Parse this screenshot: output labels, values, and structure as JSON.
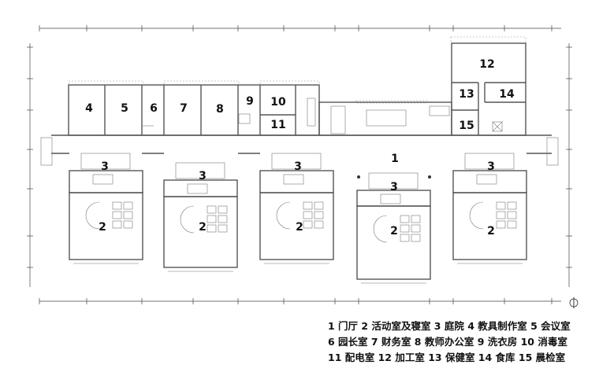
{
  "rooms": {
    "r1": "1",
    "r2": "2",
    "r3": "3",
    "r4": "4",
    "r5": "5",
    "r6": "6",
    "r7": "7",
    "r8": "8",
    "r9": "9",
    "r10": "10",
    "r11": "11",
    "r12": "12",
    "r13": "13",
    "r14": "14",
    "r15": "15"
  },
  "legend": [
    "1 门厅  2 活动室及寝室  3 庭院  4 教具制作室  5 会议室",
    "6 园长室  7 财务室  8 教师办公室  9 洗衣房  10 消毒室",
    "11 配电室  12 加工室  13 保健室  14 食库  15 晨检室"
  ],
  "north_arrow": "north-arrow-icon"
}
